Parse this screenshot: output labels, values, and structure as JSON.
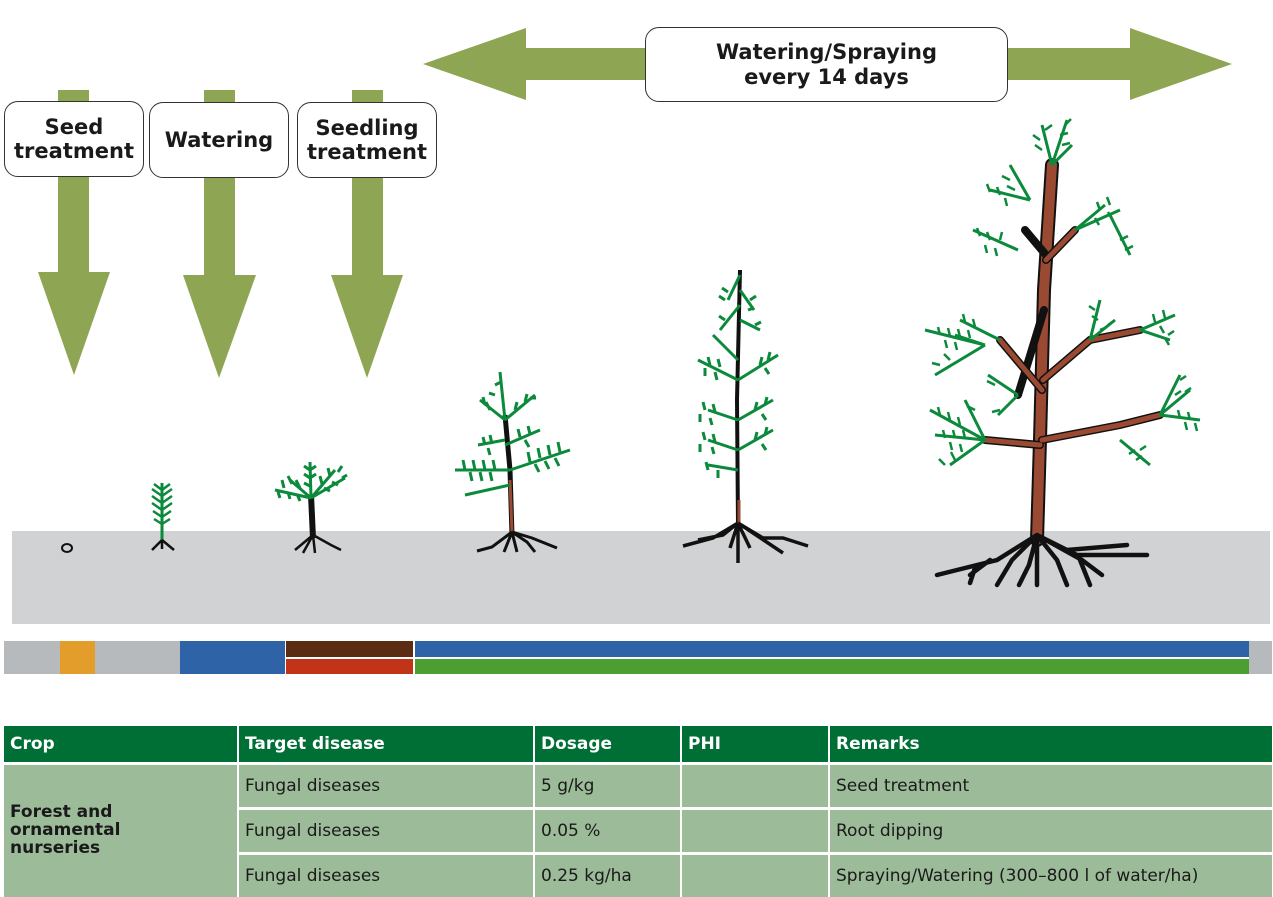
{
  "diagram": {
    "stage_labels": [
      {
        "id": "seed-treatment",
        "text": "Seed\ntreatment"
      },
      {
        "id": "watering",
        "text": "Watering"
      },
      {
        "id": "seedling-treatment",
        "text": "Seedling\ntreatment"
      }
    ],
    "interval_label": "Watering/Spraying\nevery 14 days",
    "growth_stages": [
      "seed",
      "germinated seedling",
      "young seedling",
      "sapling",
      "young tree",
      "mature tree"
    ],
    "colors": {
      "arrow": "#8ea653",
      "soil": "#d1d2d4",
      "foliage": "#0b8a3c",
      "trunk": "#9a4a32",
      "roots": "#1a1a1a"
    },
    "timeline": {
      "segments_top": [
        {
          "name": "grey",
          "color": "#b7babd"
        },
        {
          "name": "orange",
          "color": "#e29d2a"
        },
        {
          "name": "grey",
          "color": "#b7babd"
        },
        {
          "name": "blue",
          "color": "#2f63a7"
        },
        {
          "name": "brown",
          "color": "#5b2c12"
        },
        {
          "name": "blue",
          "color": "#2f63a7"
        },
        {
          "name": "grey",
          "color": "#b7babd"
        }
      ],
      "segments_bottom": [
        {
          "name": "red",
          "color": "#c23418"
        },
        {
          "name": "green",
          "color": "#4c9e33"
        }
      ]
    }
  },
  "table": {
    "headers": [
      "Crop",
      "Target disease",
      "Dosage",
      "PHI",
      "Remarks"
    ],
    "crop": "Forest and\nornamental\nnurseries",
    "rows": [
      {
        "target": "Fungal diseases",
        "dosage": "5 g/kg",
        "phi": "",
        "remarks": "Seed treatment"
      },
      {
        "target": "Fungal diseases",
        "dosage": "0.05 %",
        "phi": "",
        "remarks": "Root dipping"
      },
      {
        "target": "Fungal diseases",
        "dosage": "0.25 kg/ha",
        "phi": "",
        "remarks": "Spraying/Watering (300–800 l of water/ha)"
      }
    ],
    "colors": {
      "header_bg": "#006f35",
      "cell_bg": "#9cbb99"
    }
  }
}
